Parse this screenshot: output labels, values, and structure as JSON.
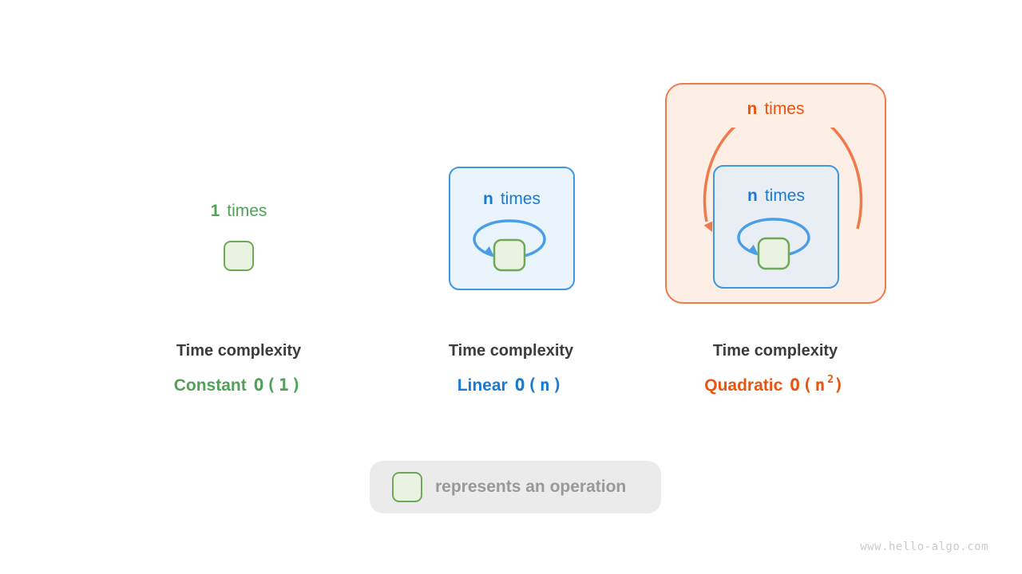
{
  "watermark": "www.hello-algo.com",
  "legend": {
    "label": "represents an operation"
  },
  "columns": {
    "constant": {
      "count": "1",
      "times": "times",
      "heading": "Time complexity",
      "name": "Constant",
      "big_o": "O(1)",
      "big_o_sup": "",
      "big_o_close": ""
    },
    "linear": {
      "count": "n",
      "times": "times",
      "heading": "Time complexity",
      "name": "Linear",
      "big_o": "O(n)",
      "big_o_sup": "",
      "big_o_close": ""
    },
    "quadratic": {
      "outer_count": "n",
      "outer_times": "times",
      "inner_count": "n",
      "inner_times": "times",
      "heading": "Time complexity",
      "name": "Quadratic",
      "big_o": "O(n",
      "big_o_sup": "2",
      "big_o_close": ")"
    }
  },
  "colors": {
    "green_text": "#53a05a",
    "green_border": "#6fa957",
    "green_fill": "#eaf2e2",
    "blue_text": "#187bd3",
    "blue_border": "#3d97e1",
    "blue_loop": "#4a9ee8",
    "blue_box_fill": "#e9f4fc",
    "nested_box_fill": "#e9eef5",
    "orange_text": "#ea540f",
    "orange_border": "#ee7a4c",
    "orange_fill": "#fdeee6",
    "heading_text": "#3c3c3c",
    "legend_bg": "#ebebeb",
    "legend_text": "#999999",
    "watermark_text": "#cbcbcb"
  }
}
